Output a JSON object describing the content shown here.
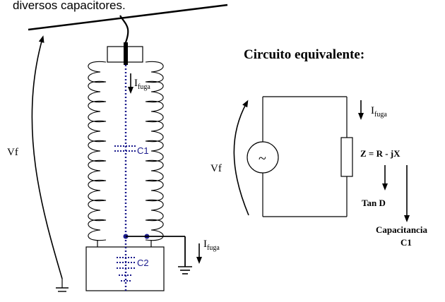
{
  "header_text": "diversos capacitores.",
  "equivalent_title": "Circuito equivalente:",
  "left": {
    "vf_label": "Vf",
    "ifuga_top": {
      "main": "I",
      "sub": "fuga"
    },
    "ifuga_bottom": {
      "main": "I",
      "sub": "fuga"
    },
    "c1_label": "C1",
    "c2_label": "C2"
  },
  "right": {
    "vf_label": "Vf",
    "ifuga": {
      "main": "I",
      "sub": "fuga"
    },
    "source_symbol": "~",
    "impedance_label": "Z = R - jX",
    "tan_label": "Tan D",
    "capacitance_label_1": "Capacitancia",
    "capacitance_label_2": "C1"
  },
  "colors": {
    "ink": "#000000",
    "dielectric": "#1a1a8c"
  }
}
